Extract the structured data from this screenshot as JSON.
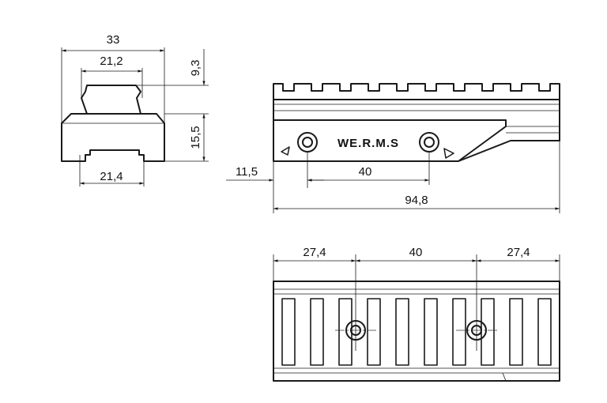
{
  "drawing": {
    "end_view": {
      "dim_total_width": "33",
      "dim_top_width": "21,2",
      "dim_bottom_width": "21,4",
      "dim_top_height": "9,3",
      "dim_body_height": "15,5"
    },
    "side_view": {
      "dim_first_hole": "11,5",
      "dim_hole_spacing": "40",
      "dim_total_length": "94,8",
      "logo_text": "WE.R.M.S"
    },
    "top_view": {
      "dim_left_offset": "27,4",
      "dim_hole_spacing": "40",
      "dim_right_offset": "27,4"
    }
  }
}
